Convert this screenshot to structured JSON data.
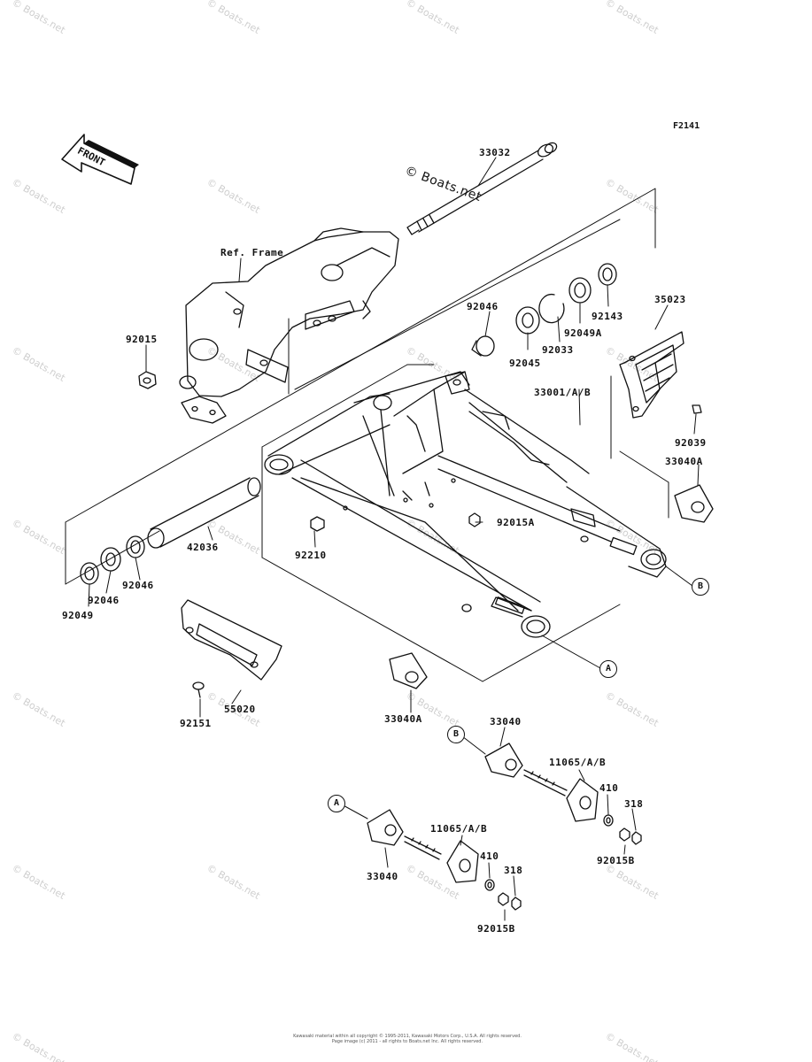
{
  "figure_code": "F2141",
  "watermark_main": "© Boats.net",
  "watermark_repeat": "© Boats.net",
  "front_arrow_label": "FRONT",
  "ref_frame_label": "Ref. Frame",
  "callouts": {
    "c33032": "33032",
    "c35023": "35023",
    "c92143": "92143",
    "c92049A": "92049A",
    "c92033": "92033",
    "c92046_top": "92046",
    "c92045": "92045",
    "c92015_left": "92015",
    "c33001": "33001/A/B",
    "c92039": "92039",
    "c33040A_right": "33040A",
    "c92015A": "92015A",
    "c42036": "42036",
    "c92210": "92210",
    "c92046_mid": "92046",
    "c92046_low": "92046",
    "c92049": "92049",
    "c55020": "55020",
    "c92151": "92151",
    "c33040A_bottom": "33040A",
    "c33040_b": "33040",
    "c11065_b": "11065/A/B",
    "c410_b": "410",
    "c318_b": "318",
    "c92015B_b": "92015B",
    "c11065_a": "11065/A/B",
    "c33040_a": "33040",
    "c410_a": "410",
    "c318_a": "318",
    "c92015B_a": "92015B"
  },
  "ref_marks": {
    "b_right": "B",
    "a_right": "A",
    "b_detail": "B",
    "a_detail": "A"
  },
  "copyright": {
    "line1": "Kawasaki material within all copyright © 1995-2011, Kawasaki Motors Corp., U.S.A. All rights reserved.",
    "line2": "Page image (c) 2011 - all rights to Boats.net Inc. All rights reserved."
  }
}
